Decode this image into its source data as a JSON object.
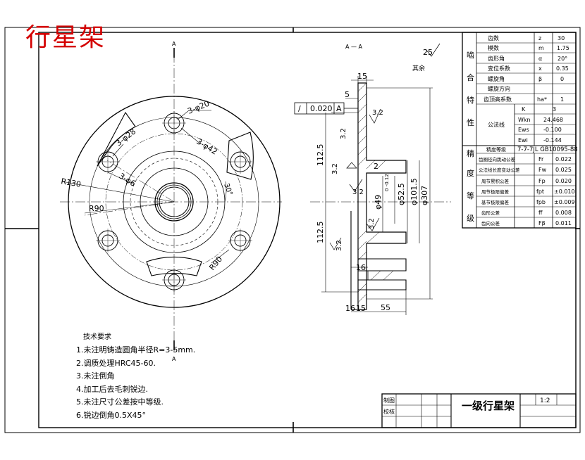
{
  "title": "行星架",
  "section_marks": {
    "a": "A",
    "section": "A — A"
  },
  "roughness": {
    "other": "其余",
    "other_value": "25",
    "value": "3.2"
  },
  "dimensions": {
    "d20": "3-φ20",
    "d28": "3-φ28",
    "d42": "3-φ42",
    "d6": "3-φ6",
    "r130": "R130",
    "r90a": "R90",
    "r90b": "R90",
    "angle30": "30°",
    "w15_top": "15",
    "w5": "5",
    "h112_top": "112.5",
    "h112_bot": "112.5",
    "w2": "2",
    "d49": "φ49",
    "tol49": "0\n-0.12",
    "d52": "φ52.5",
    "d101": "φ101.5",
    "d307": "φ307",
    "w16_mid": "16",
    "w16_bot": "16",
    "w15_bot": "15",
    "w55": "55"
  },
  "tolerance_frame": {
    "symbol": "/",
    "value": "0.020",
    "datum": "A"
  },
  "gear_params": {
    "group_labels": [
      "啮",
      "合",
      "特",
      "性"
    ],
    "rows": [
      {
        "label": "齿数",
        "sym": "z",
        "value": "30"
      },
      {
        "label": "模数",
        "sym": "m",
        "value": "1.75"
      },
      {
        "label": "齿形角",
        "sym": "α",
        "value": "20°"
      },
      {
        "label": "变位系数",
        "sym": "x",
        "value": "0.35"
      },
      {
        "label": "螺旋角",
        "sym": "β",
        "value": "0"
      },
      {
        "label": "螺旋方向",
        "sym": "",
        "value": ""
      },
      {
        "label": "齿顶高系数",
        "sym": "ha*",
        "value": "1"
      }
    ],
    "common_normal_label": "公法线",
    "common_normal": [
      {
        "sym": "K",
        "value": "3"
      },
      {
        "sym": "Wkn",
        "value": "24.468"
      },
      {
        "sym": "Ews",
        "value": "-0.100"
      },
      {
        "sym": "Ewi",
        "value": "-0.144"
      }
    ]
  },
  "accuracy": {
    "group_labels": [
      "精",
      "度",
      "等",
      "级"
    ],
    "grade_label": "精度等级",
    "grade_value": "7-7-7JL GB10095-88",
    "rows": [
      {
        "label": "齿圈径向跳动公差",
        "sym": "Fr",
        "value": "0.022"
      },
      {
        "label": "公法线长度变动公差",
        "sym": "Fw",
        "value": "0.025"
      },
      {
        "label": "周节累积公差",
        "sym": "Fp",
        "value": "0.020"
      },
      {
        "label": "周节极限偏差",
        "sym": "fpt",
        "value": "±0.010"
      },
      {
        "label": "基节极限偏差",
        "sym": "fpb",
        "value": "±0.009"
      },
      {
        "label": "齿形公差",
        "sym": "ff",
        "value": "0.008"
      },
      {
        "label": "齿向公差",
        "sym": "Fβ",
        "value": "0.011"
      }
    ]
  },
  "tech_requirements": {
    "heading": "技术要求",
    "items": [
      "1.未注明铸造圆角半径R=3-5mm.",
      "2.调质处理HRC45-60.",
      "3.未注倒角",
      "4.加工后去毛刺锐边.",
      "5.未注尺寸公差按中等级.",
      "6.锐边倒角0.5X45°"
    ]
  },
  "title_block": {
    "drawn_label": "制图",
    "check_label": "校核",
    "part_name": "一级行星架",
    "scale": "1:2"
  }
}
